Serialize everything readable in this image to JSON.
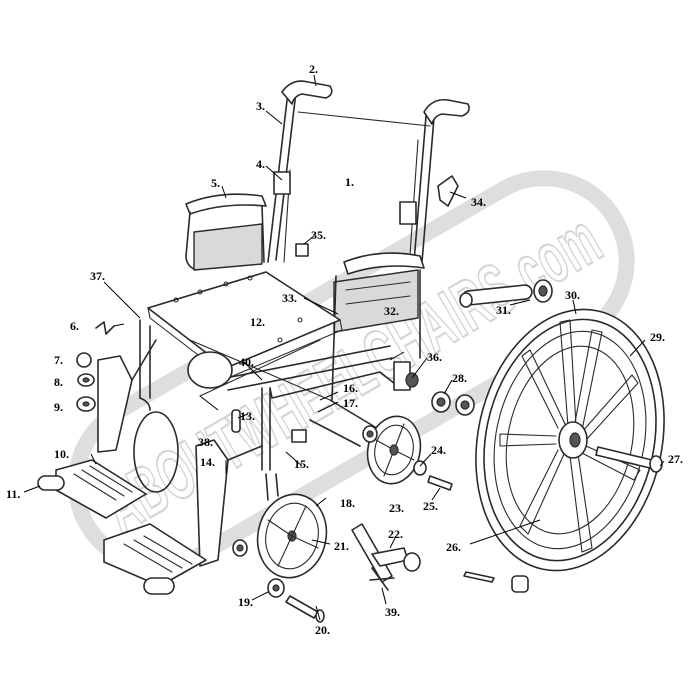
{
  "diagram": {
    "watermark_text": "ABOUTWHEELCHAIRS.com",
    "part_labels": [
      "1.",
      "2.",
      "3.",
      "4.",
      "5.",
      "6.",
      "7.",
      "8.",
      "9.",
      "10.",
      "11.",
      "12.",
      "13.",
      "14.",
      "15.",
      "16.",
      "17.",
      "18.",
      "19.",
      "20.",
      "21.",
      "22.",
      "23.",
      "24.",
      "25.",
      "26.",
      "27.",
      "28.",
      "29.",
      "30.",
      "31.",
      "32.",
      "33.",
      "34.",
      "35.",
      "36.",
      "37.",
      "38.",
      "39.",
      "40."
    ]
  }
}
